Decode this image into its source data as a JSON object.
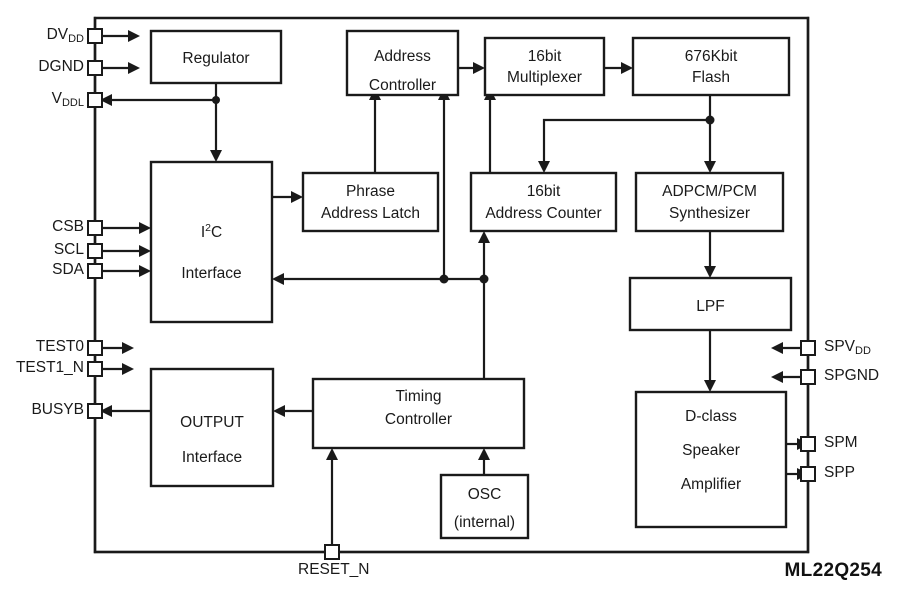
{
  "diagram": {
    "title": "ML22Q254",
    "part_number": "ML22Q254",
    "line_color": "#1a1a1a",
    "background": "#ffffff",
    "blocks": [
      {
        "id": "regulator",
        "lines": [
          "Regulator"
        ]
      },
      {
        "id": "address-controller",
        "lines": [
          "Address",
          "Controller"
        ]
      },
      {
        "id": "multiplexer",
        "lines": [
          "16bit",
          "Multiplexer"
        ]
      },
      {
        "id": "flash",
        "lines": [
          "676Kbit",
          "Flash"
        ]
      },
      {
        "id": "i2c-interface",
        "lines": [
          "I2C",
          "Interface"
        ]
      },
      {
        "id": "phrase-latch",
        "lines": [
          "Phrase",
          "Address Latch"
        ]
      },
      {
        "id": "address-counter",
        "lines": [
          "16bit",
          "Address Counter"
        ]
      },
      {
        "id": "synthesizer",
        "lines": [
          "ADPCM/PCM",
          "Synthesizer"
        ]
      },
      {
        "id": "lpf",
        "lines": [
          "LPF"
        ]
      },
      {
        "id": "output-interface",
        "lines": [
          "OUTPUT",
          "Interface"
        ]
      },
      {
        "id": "timing-controller",
        "lines": [
          "Timing",
          "Controller"
        ]
      },
      {
        "id": "osc",
        "lines": [
          "OSC",
          "(internal)"
        ]
      },
      {
        "id": "speaker-amp",
        "lines": [
          "D-class",
          "Speaker",
          "Amplifier"
        ]
      }
    ],
    "pins_left": [
      {
        "id": "dvdd",
        "label": "DV",
        "subscript": "DD",
        "direction": "in"
      },
      {
        "id": "dgnd",
        "label": "DGND",
        "subscript": "",
        "direction": "in"
      },
      {
        "id": "vddl",
        "label": "V",
        "subscript": "DDL",
        "direction": "out"
      },
      {
        "id": "csb",
        "label": "CSB",
        "subscript": "",
        "direction": "in"
      },
      {
        "id": "scl",
        "label": "SCL",
        "subscript": "",
        "direction": "in"
      },
      {
        "id": "sda",
        "label": "SDA",
        "subscript": "",
        "direction": "in"
      },
      {
        "id": "test0",
        "label": "TEST0",
        "subscript": "",
        "direction": "in"
      },
      {
        "id": "test1_n",
        "label": "TEST1_N",
        "subscript": "",
        "direction": "in"
      },
      {
        "id": "busyb",
        "label": "BUSYB",
        "subscript": "",
        "direction": "out"
      }
    ],
    "pins_right": [
      {
        "id": "spvdd",
        "label": "SPV",
        "subscript": "DD",
        "direction": "in"
      },
      {
        "id": "spgnd",
        "label": "SPGND",
        "subscript": "",
        "direction": "in"
      },
      {
        "id": "spm",
        "label": "SPM",
        "subscript": "",
        "direction": "out"
      },
      {
        "id": "spp",
        "label": "SPP",
        "subscript": "",
        "direction": "out"
      }
    ],
    "pins_bottom": [
      {
        "id": "reset_n",
        "label": "RESET_N",
        "direction": "in"
      }
    ]
  }
}
